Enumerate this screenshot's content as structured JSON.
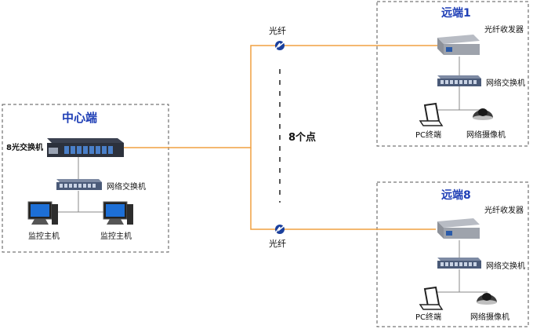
{
  "center": {
    "title": "中心端",
    "switch8_label": "8光交换机",
    "network_switch_label": "网络交换机",
    "host1_label": "监控主机",
    "host2_label": "监控主机"
  },
  "remote1": {
    "title": "远端1",
    "transceiver_label": "光纤收发器",
    "network_switch_label": "网络交换机",
    "pc_label": "PC终端",
    "camera_label": "网络摄像机"
  },
  "remote8": {
    "title": "远端8",
    "transceiver_label": "光纤收发器",
    "network_switch_label": "网络交换机",
    "pc_label": "PC终端",
    "camera_label": "网络摄像机"
  },
  "fiber_top_label": "光纤",
  "fiber_bottom_label": "光纤",
  "points_label": "8个点",
  "colors": {
    "fiber_line": "#f0a040",
    "title_blue": "#1f3fb6",
    "dashed_border": "#555555"
  }
}
